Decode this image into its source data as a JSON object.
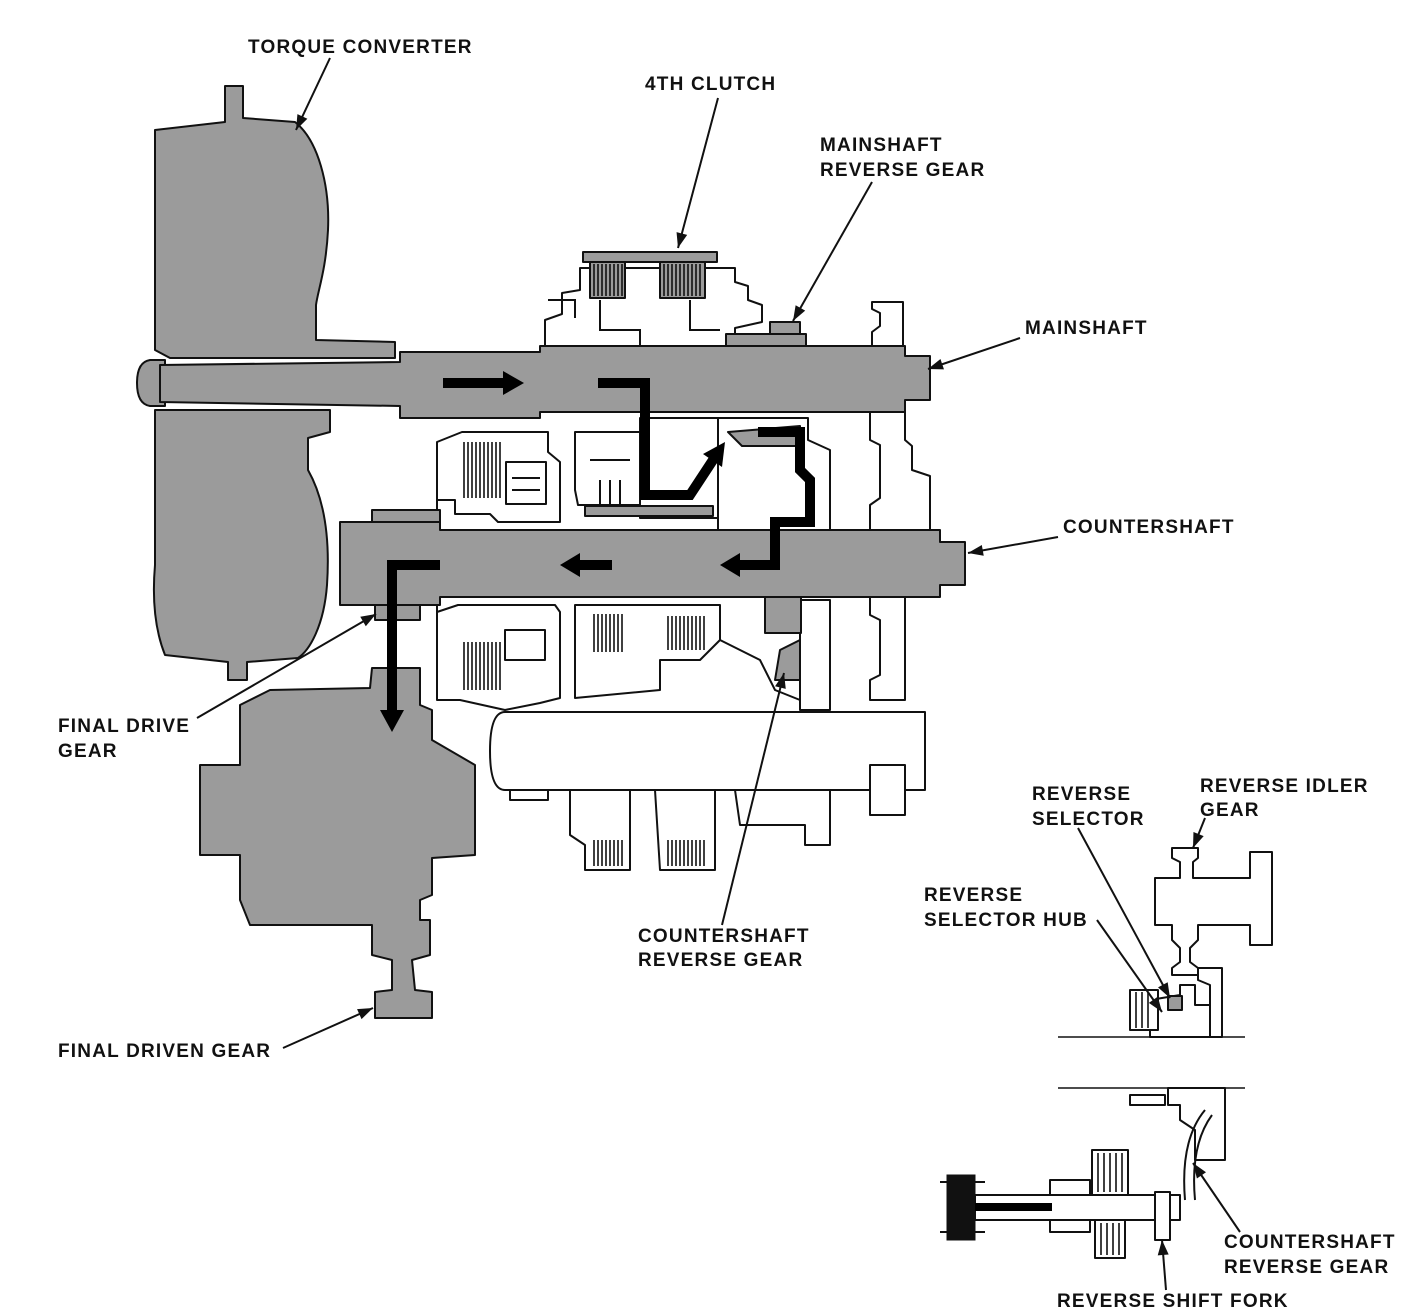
{
  "labels": {
    "torque_converter": "TORQUE CONVERTER",
    "fourth_clutch": "4TH CLUTCH",
    "mainshaft_reverse_gear": [
      "MAINSHAFT",
      "REVERSE GEAR"
    ],
    "mainshaft": "MAINSHAFT",
    "countershaft": "COUNTERSHAFT",
    "final_drive_gear": [
      "FINAL DRIVE",
      "GEAR"
    ],
    "countershaft_reverse_gear": [
      "COUNTERSHAFT",
      "REVERSE GEAR"
    ],
    "final_driven_gear": "FINAL DRIVEN GEAR",
    "reverse_selector": [
      "REVERSE",
      "SELECTOR"
    ],
    "reverse_idler_gear": [
      "REVERSE IDLER",
      "GEAR"
    ],
    "reverse_selector_hub": [
      "REVERSE",
      "SELECTOR HUB"
    ],
    "detail_countershaft_reverse_gear": [
      "COUNTERSHAFT",
      "REVERSE GEAR"
    ],
    "reverse_shift_fork": "REVERSE SHIFT FORK"
  },
  "colors": {
    "ink": "#111111",
    "stipple": "#9b9b9b",
    "paper": "#ffffff",
    "flow": "#000000"
  }
}
